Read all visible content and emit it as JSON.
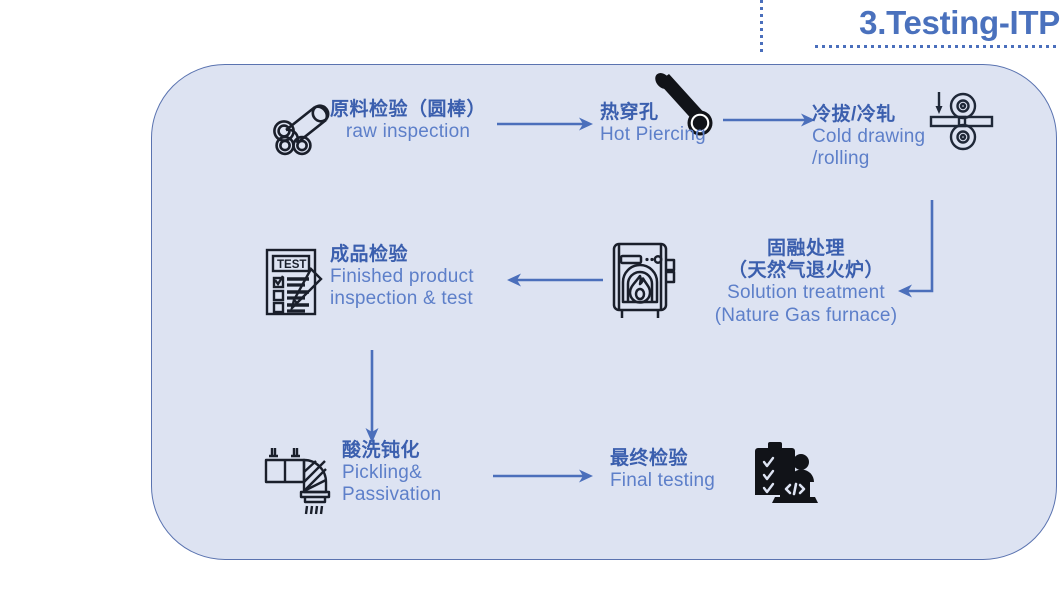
{
  "title": {
    "text": "3.Testing-ITP",
    "accent_color": "#4a71bd"
  },
  "panel": {
    "background_color": "#dde3f2",
    "border_color": "#5a73b0"
  },
  "colors": {
    "chinese_text": "#3b5fae",
    "english_text": "#5d7fc9",
    "arrow": "#4b6fbb",
    "icon_outline": "#1a1f2b",
    "icon_roller": "#1f2838"
  },
  "steps": [
    {
      "id": "raw-inspection",
      "icon": "tube-bundle-icon",
      "cn": "原料检验（圆棒）",
      "en": "raw inspection"
    },
    {
      "id": "hot-piercing",
      "icon": "piercing-tube-icon",
      "cn": "热穿孔",
      "en": "Hot Piercing"
    },
    {
      "id": "cold-drawing",
      "icon": "rolling-mill-icon",
      "cn": "冷拔/冷轧",
      "en_line1": "Cold drawing",
      "en_line2": "/rolling"
    },
    {
      "id": "solution-treatment",
      "icon": "gas-furnace-icon",
      "cn_line1": "固融处理",
      "cn_line2": "（天然气退火炉）",
      "en_line1": "Solution treatment",
      "en_line2": "(Nature Gas furnace)"
    },
    {
      "id": "finished-inspection",
      "icon": "test-clipboard-icon",
      "cn": "成品检验",
      "en_line1": "Finished product",
      "en_line2": "inspection & test"
    },
    {
      "id": "pickling-passivation",
      "icon": "pickling-shower-icon",
      "cn": "酸洗钝化",
      "en_line1": "Pickling&",
      "en_line2": "Passivation"
    },
    {
      "id": "final-testing",
      "icon": "final-inspection-icon",
      "cn": "最终检验",
      "en": "Final   testing"
    }
  ],
  "arrows": [
    {
      "id": "arrow-raw-to-piercing",
      "direction": "right"
    },
    {
      "id": "arrow-piercing-to-cold",
      "direction": "right"
    },
    {
      "id": "arrow-cold-to-solution",
      "direction": "elbow-down-left"
    },
    {
      "id": "arrow-solution-to-finished",
      "direction": "left"
    },
    {
      "id": "arrow-finished-to-pickling",
      "direction": "down"
    },
    {
      "id": "arrow-pickling-to-final",
      "direction": "right"
    }
  ]
}
